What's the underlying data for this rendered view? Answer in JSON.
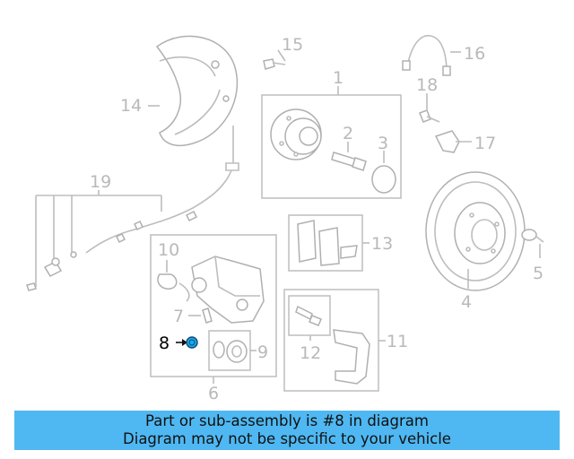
{
  "diagram": {
    "callouts": {
      "c1": "1",
      "c2": "2",
      "c3": "3",
      "c4": "4",
      "c5": "5",
      "c6": "6",
      "c7": "7",
      "c8": "8",
      "c9": "9",
      "c10": "10",
      "c11": "11",
      "c12": "12",
      "c13": "13",
      "c14": "14",
      "c15": "15",
      "c16": "16",
      "c17": "17",
      "c18": "18",
      "c19": "19"
    },
    "highlighted_part": "8",
    "highlight_color": "#1ea7e8"
  },
  "banner": {
    "line1": "Part or sub-assembly is #8 in diagram",
    "line2": "Diagram may not be specific to your vehicle",
    "background": "#4fb8f2"
  }
}
